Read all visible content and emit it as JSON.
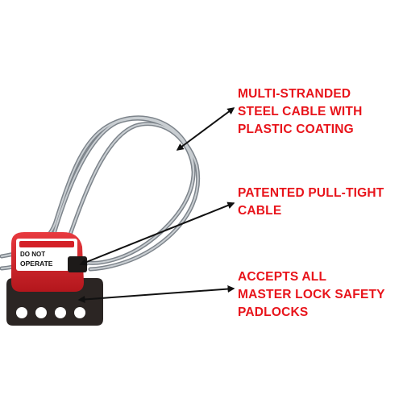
{
  "colors": {
    "callout_text": "#e8141b",
    "arrow": "#111111",
    "cable": "#9aa0a6",
    "lock_red": "#d42027",
    "plate": "#2b2523"
  },
  "device_label": {
    "line1": "DO NOT",
    "line2": "OPERATE"
  },
  "callouts": [
    {
      "lines": [
        "MULTI-STRANDED",
        "STEEL CABLE WITH",
        "PLASTIC COATING"
      ]
    },
    {
      "lines": [
        "PATENTED PULL-TIGHT",
        "CABLE"
      ]
    },
    {
      "lines": [
        "ACCEPTS ALL",
        "MASTER LOCK SAFETY",
        "PADLOCKS"
      ]
    }
  ]
}
